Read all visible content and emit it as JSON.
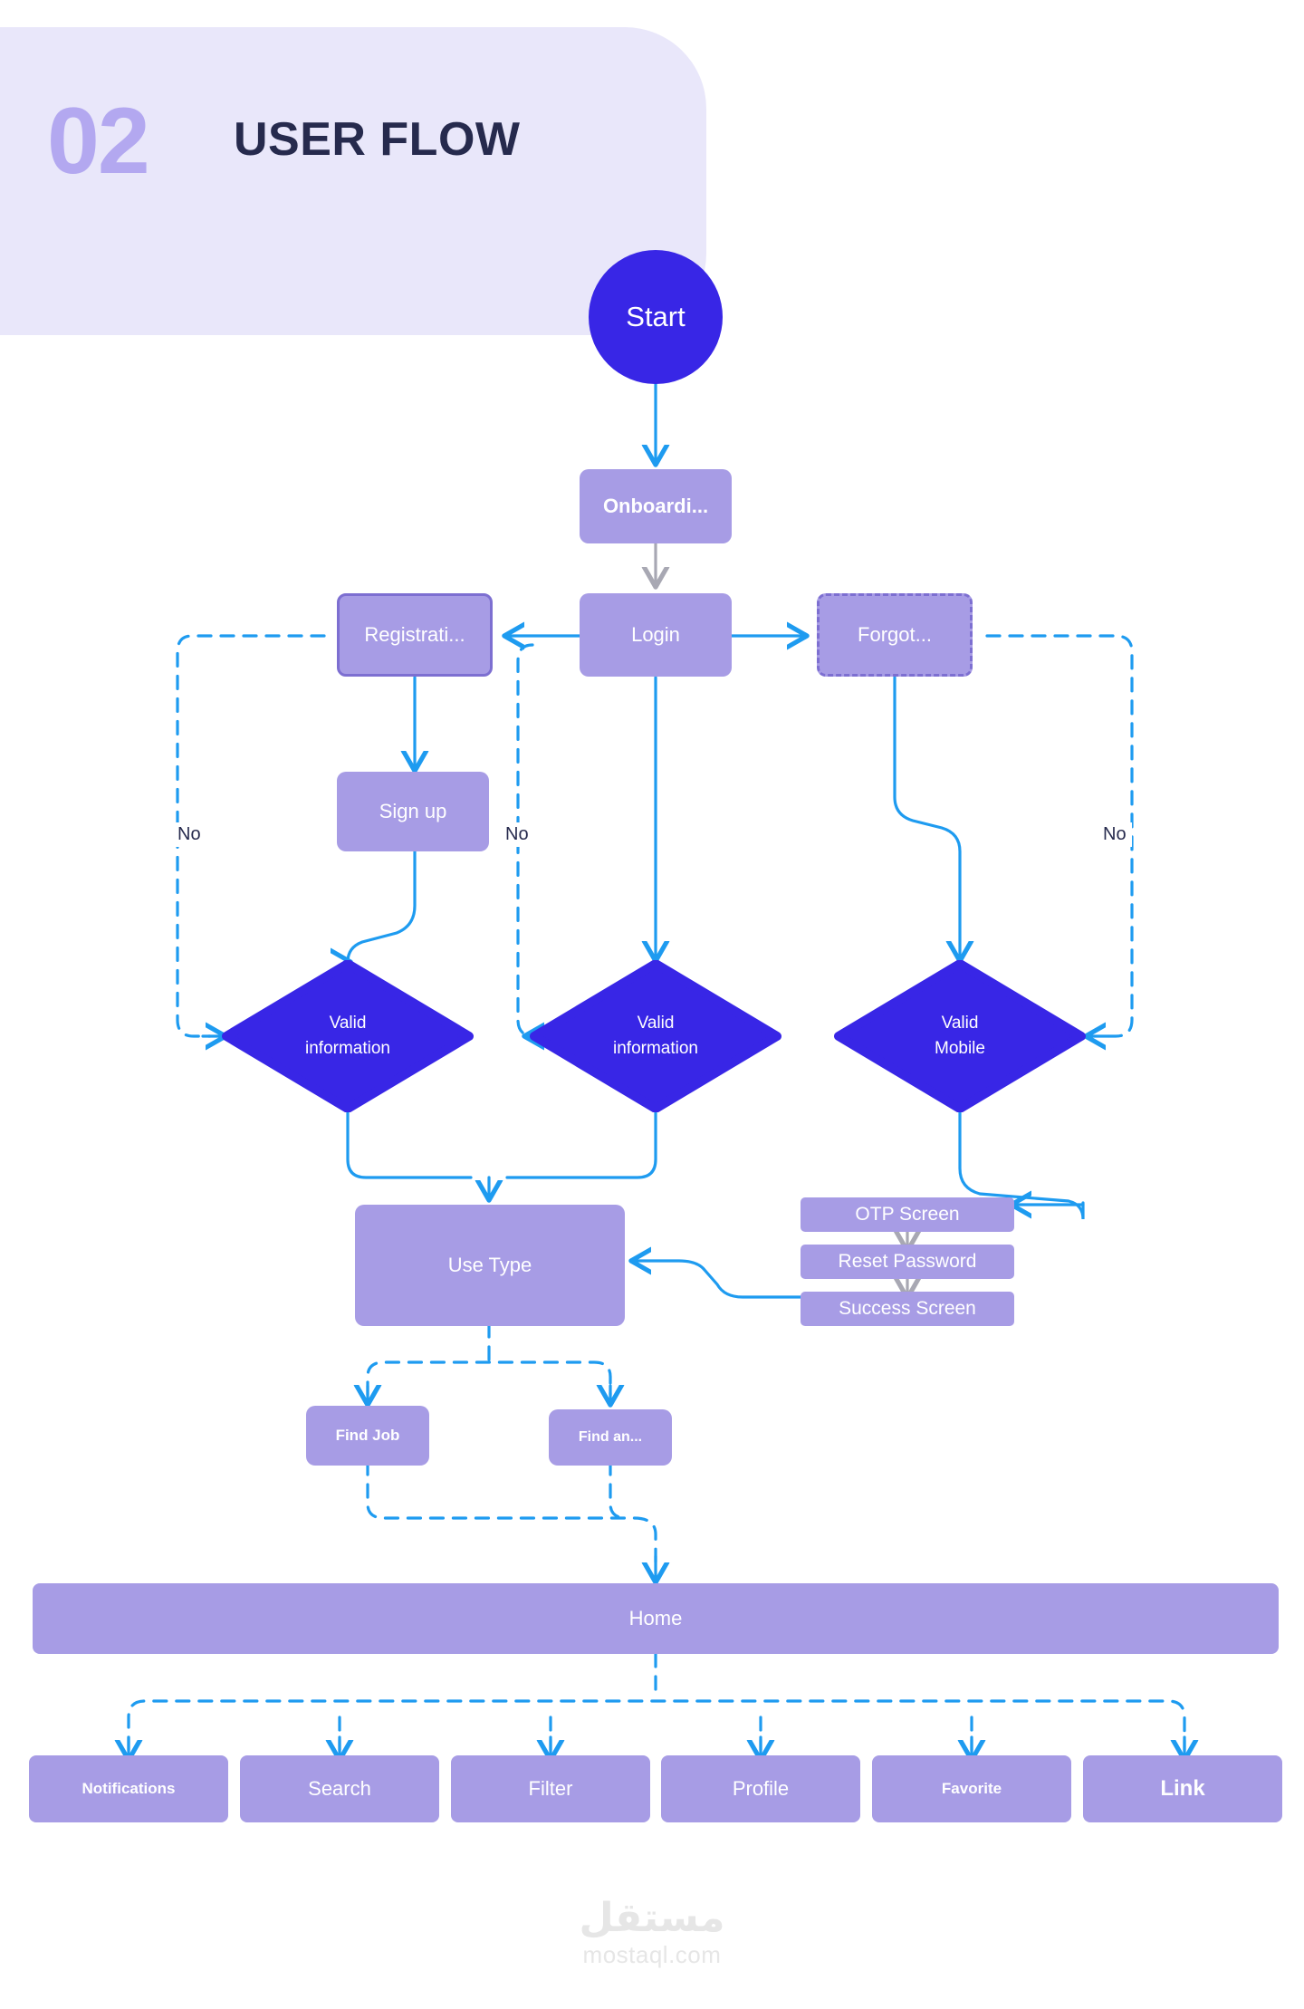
{
  "header": {
    "number": "02",
    "title": "USER FLOW"
  },
  "colors": {
    "banner_bg": "#e9e7fa",
    "number": "#b3a8f0",
    "title": "#262a4d",
    "node_purple": "#a79ce5",
    "node_border": "#7d6fd1",
    "decision_blue": "#3826e6",
    "start_blue": "#3826e6",
    "connector_blue": "#1e9bf0",
    "connector_gray": "#a8a8b3",
    "page_bg": "#ffffff",
    "brand_gray": "#e6e6e6"
  },
  "flow": {
    "start": {
      "label": "Start"
    },
    "nodes": [
      {
        "id": "onboarding",
        "label": "Onboardi...",
        "style": "plain"
      },
      {
        "id": "registration",
        "label": "Registrati...",
        "style": "bordered"
      },
      {
        "id": "login",
        "label": "Login",
        "style": "plain"
      },
      {
        "id": "forgot",
        "label": "Forgot...",
        "style": "dashed"
      },
      {
        "id": "signup",
        "label": "Sign up",
        "style": "plain"
      },
      {
        "id": "use-type",
        "label": "Use Type",
        "style": "plain"
      },
      {
        "id": "otp-screen",
        "label": "OTP Screen",
        "style": "thin"
      },
      {
        "id": "reset-password",
        "label": "Reset Password",
        "style": "thin"
      },
      {
        "id": "success-screen",
        "label": "Success Screen",
        "style": "thin"
      },
      {
        "id": "find-job",
        "label": "Find Job",
        "style": "plain"
      },
      {
        "id": "find-an",
        "label": "Find an...",
        "style": "plain"
      },
      {
        "id": "home",
        "label": "Home",
        "style": "plain"
      }
    ],
    "decisions": [
      {
        "id": "valid-info-1",
        "label": "Valid\ninformation"
      },
      {
        "id": "valid-info-2",
        "label": "Valid\ninformation"
      },
      {
        "id": "valid-mobile",
        "label": "Valid\nMobile"
      }
    ],
    "edge_labels": [
      {
        "id": "no-left",
        "text": "No"
      },
      {
        "id": "no-middle",
        "text": "No"
      },
      {
        "id": "no-right",
        "text": "No"
      }
    ],
    "home_children": [
      {
        "id": "notifications",
        "label": "Notifications"
      },
      {
        "id": "search",
        "label": "Search"
      },
      {
        "id": "filter",
        "label": "Filter"
      },
      {
        "id": "profile",
        "label": "Profile"
      },
      {
        "id": "favorite",
        "label": "Favorite"
      },
      {
        "id": "link",
        "label": "Link"
      }
    ]
  },
  "footer": {
    "brand_arabic": "مستقل",
    "brand_domain": "mostaql.com"
  }
}
